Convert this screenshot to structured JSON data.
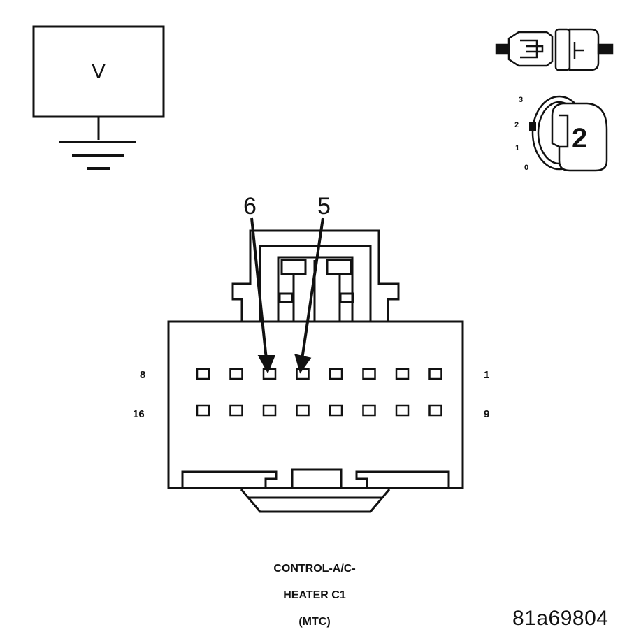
{
  "voltmeter": {
    "label": "V"
  },
  "ignition_key": {
    "positions": [
      "3",
      "2",
      "1",
      "0"
    ],
    "selected": "2"
  },
  "connector": {
    "pin_row_labels": {
      "top_left": "8",
      "top_right": "1",
      "bottom_left": "16",
      "bottom_right": "9"
    },
    "callouts": [
      {
        "label": "6",
        "pin": 6
      },
      {
        "label": "5",
        "pin": 5
      }
    ],
    "pins_per_row": 8
  },
  "caption": {
    "line1": "CONTROL-A/C-",
    "line2": "HEATER C1",
    "line3": "(MTC)"
  },
  "figure_id": "81a69804"
}
